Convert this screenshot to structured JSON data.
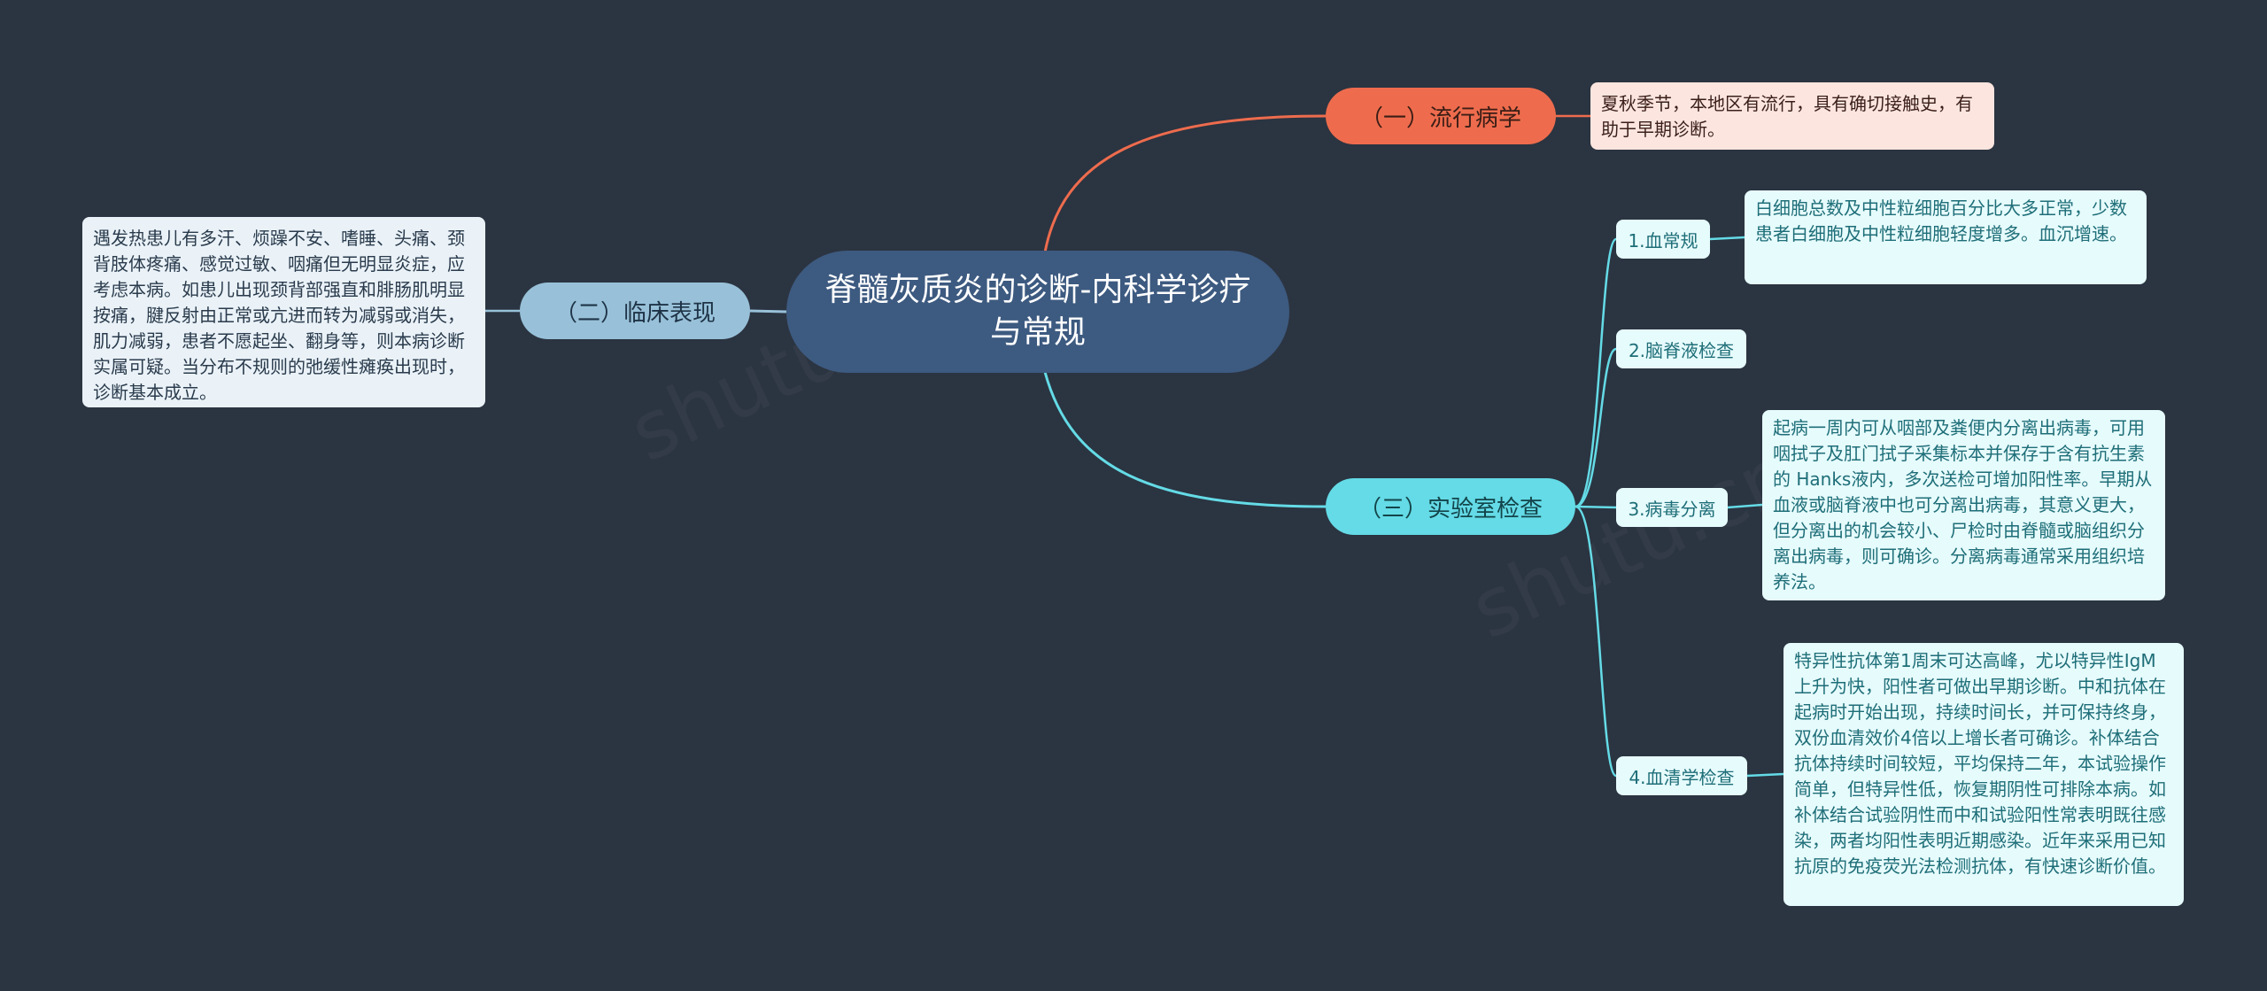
{
  "colors": {
    "background": "#2b3441",
    "root": "#3d5a80",
    "branch_epidemiology": "#ee6c4d",
    "branch_clinical": "#98c1d9",
    "branch_lab": "#64dbe6",
    "leaf_text": "#1e6e78"
  },
  "root": {
    "title": "脊髓灰质炎的诊断-内科学诊疗与常规"
  },
  "branches": [
    {
      "label": "（一）流行病学",
      "note": "夏秋季节，本地区有流行，具有确切接触史，有助于早期诊断。"
    },
    {
      "label": "（二）临床表现",
      "note": "遇发热患儿有多汗、烦躁不安、嗜睡、头痛、颈背肢体疼痛、感觉过敏、咽痛但无明显炎症，应考虑本病。如患儿出现颈背部强直和腓肠肌明显按痛，腱反射由正常或亢进而转为减弱或消失，肌力减弱，患者不愿起坐、翻身等，则本病诊断实属可疑。当分布不规则的弛缓性瘫痪出现时，诊断基本成立。"
    },
    {
      "label": "（三）实验室检查",
      "children": [
        {
          "label": "1.血常规",
          "detail": "白细胞总数及中性粒细胞百分比大多正常，少数患者白细胞及中性粒细胞轻度增多。血沉增速。"
        },
        {
          "label": "2.脑脊液检查"
        },
        {
          "label": "3.病毒分离",
          "detail": "起病一周内可从咽部及粪便内分离出病毒，可用咽拭子及肛门拭子采集标本并保存于含有抗生素的 Hanks液内，多次送检可增加阳性率。早期从血液或脑脊液中也可分离出病毒，其意义更大，但分离出的机会较小、尸检时由脊髓或脑组织分离出病毒，则可确诊。分离病毒通常采用组织培养法。"
        },
        {
          "label": "4.血清学检查",
          "detail": "特异性抗体第1周末可达高峰，尤以特异性IgM上升为快，阳性者可做出早期诊断。中和抗体在起病时开始出现，持续时间长，并可保持终身，双份血清效价4倍以上增长者可确诊。补体结合抗体持续时间较短，平均保持二年，本试验操作简单，但特异性低，恢复期阴性可排除本病。如补体结合试验阴性而中和试验阳性常表明既往感染，两者均阳性表明近期感染。近年来采用已知抗原的免疫荧光法检测抗体，有快速诊断价值。"
        }
      ]
    }
  ]
}
